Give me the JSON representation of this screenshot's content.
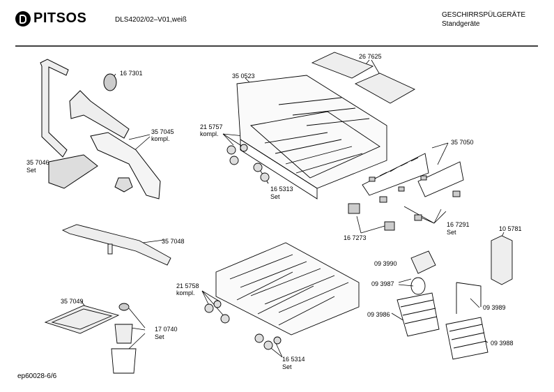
{
  "header": {
    "brand": "PITSOS",
    "model": "DLS4202/02–V01,weiß",
    "category": "GESCHIRRSPÜLGERÄTE",
    "subcategory": "Standgeräte"
  },
  "footer": {
    "code": "ep60028-6/6"
  },
  "labels": {
    "l167301": "16 7301",
    "l350523": "35 0523",
    "l267625": "26 7625",
    "l215757a": "21 5757",
    "l215757b": "kompl.",
    "l357045a": "35 7045",
    "l357045b": "kompl.",
    "l357046a": "35 7046",
    "l357046b": "Set",
    "l357050": "35 7050",
    "l165313a": "16 5313",
    "l165313b": "Set",
    "l167291a": "16 7291",
    "l167291b": "Set",
    "l167273": "16 7273",
    "l105781": "10 5781",
    "l357048": "35 7048",
    "l093990": "09 3990",
    "l093987": "09 3987",
    "l215758a": "21 5758",
    "l215758b": "kompl.",
    "l093989": "09 3989",
    "l093986": "09 3986",
    "l357049": "35 7049",
    "l170740a": "17 0740",
    "l170740b": "Set",
    "l093988": "09 3988",
    "l165314a": "16 5314",
    "l165314b": "Set"
  }
}
